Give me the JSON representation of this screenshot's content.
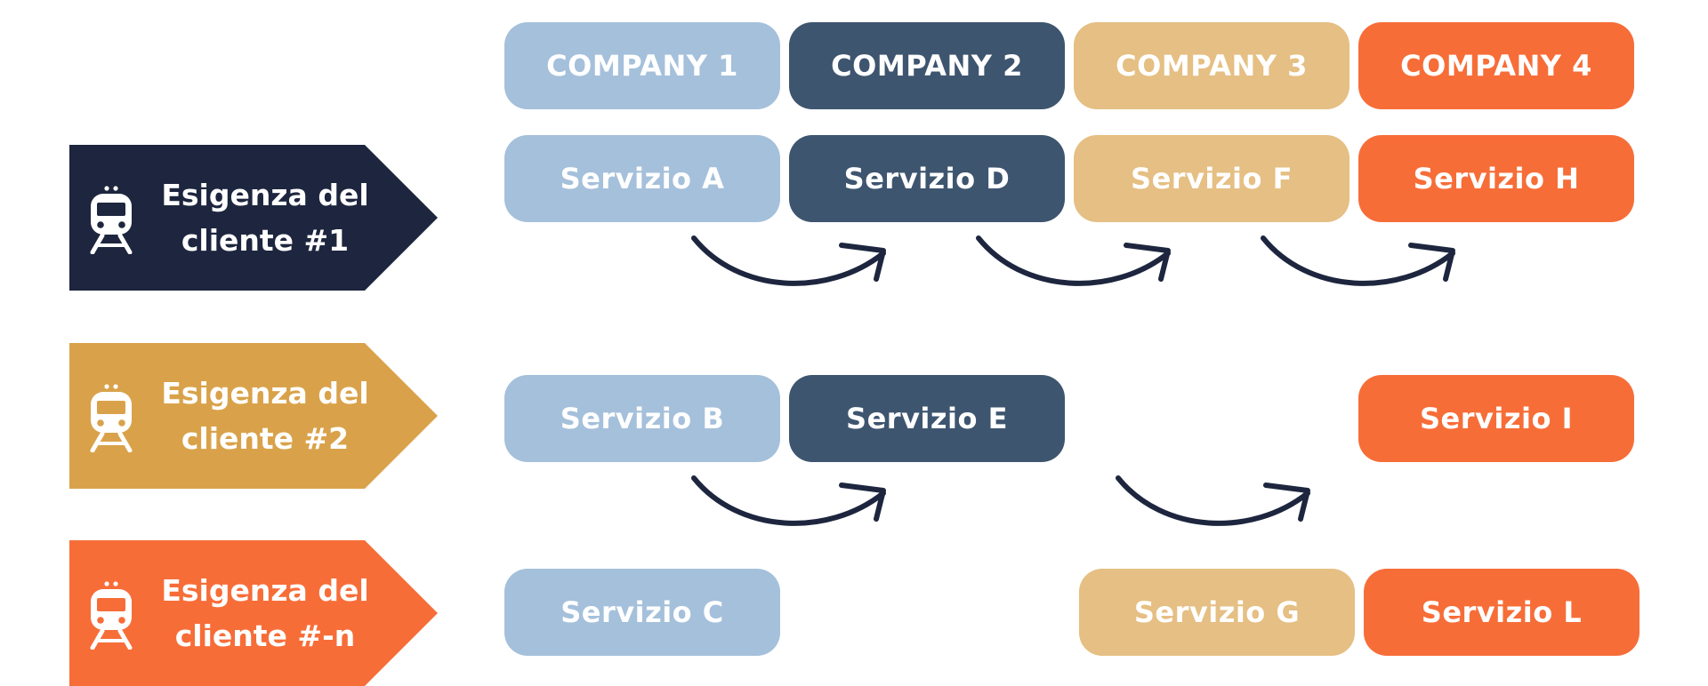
{
  "companies": [
    "COMPANY 1",
    "COMPANY 2",
    "COMPANY 3",
    "COMPANY 4"
  ],
  "needs": [
    {
      "label": "Esigenza del\ncliente #1",
      "color": "#1d263e",
      "icon": "train-icon"
    },
    {
      "label": "Esigenza del\ncliente #2",
      "color": "#d9a24a",
      "icon": "train-icon"
    },
    {
      "label": "Esigenza del\ncliente #-n",
      "color": "#f76d38",
      "icon": "train-icon"
    }
  ],
  "services": {
    "row1": [
      "Servizio A",
      "Servizio D",
      "Servizio F",
      "Servizio H"
    ],
    "row2": [
      "Servizio B",
      "Servizio E",
      "Servizio I"
    ],
    "row3": [
      "Servizio C",
      "Servizio G",
      "Servizio L"
    ]
  },
  "colors": {
    "company1": "#a5c0db",
    "company2": "#3e556f",
    "company3": "#e5bf83",
    "company4": "#f76d38",
    "arrow": "#1d263e"
  },
  "connections": [
    {
      "from": "Servizio A",
      "to": "Servizio D"
    },
    {
      "from": "Servizio D",
      "to": "Servizio F"
    },
    {
      "from": "Servizio F",
      "to": "Servizio H"
    },
    {
      "from": "Servizio B",
      "to": "Servizio E"
    },
    {
      "from": "Servizio E",
      "to": "Servizio I"
    }
  ]
}
